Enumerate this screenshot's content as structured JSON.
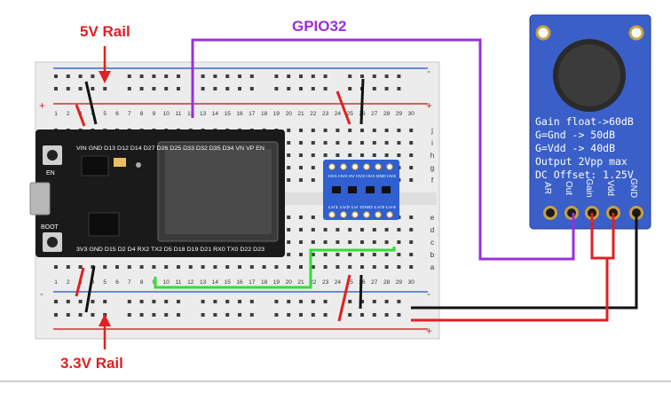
{
  "labels": {
    "rail_5v": "5V Rail",
    "rail_33v": "3.3V Rail",
    "gpio": "GPIO32"
  },
  "breadboard": {
    "rail_sign_plus": "+",
    "rail_sign_minus": "-",
    "column_numbers": [
      "1",
      "2",
      "3",
      "4",
      "5",
      "6",
      "7",
      "8",
      "9",
      "10",
      "11",
      "12",
      "13",
      "14",
      "15",
      "16",
      "17",
      "18",
      "19",
      "20",
      "21",
      "22",
      "23",
      "24",
      "25",
      "26",
      "27",
      "28",
      "29",
      "30"
    ],
    "row_letters_top": [
      "j",
      "i",
      "h",
      "g",
      "f"
    ],
    "row_letters_bottom": [
      "e",
      "d",
      "c",
      "b",
      "a"
    ]
  },
  "esp32": {
    "top_pins": "VIN GND D13 D12 D14 D27 D26 D25 D33 D32 D35 D34 VN VP EN",
    "bottom_pins": "3V3 GND D15 D2 D4 RX2 TX2 D5 D18 D19 D21 RX0 TX0 D22 D23",
    "button_en": "EN",
    "button_boot": "BOOT"
  },
  "level_shifter": {
    "top_labels": "HV1 HV2 HV HV3 HV4 GND HV4",
    "bottom_labels": "LV1 LV2 LV GND LV3 LV4"
  },
  "mic_module": {
    "spec_lines": [
      "Gain float->60dB",
      "G=Gnd -> 50dB",
      "G=Vdd -> 40dB",
      "Output 2Vpp max",
      "DC Offset: 1.25V"
    ],
    "pins": [
      "AR",
      "Out",
      "Gain",
      "Vdd",
      "GND"
    ]
  },
  "colors": {
    "rail_5v": "#e02020",
    "rail_33v": "#e02020",
    "gpio_wire": "#9b30d9",
    "ground_wire": "#111111",
    "power_wire": "#e02020",
    "signal_wire": "#33dd33",
    "mic_board": "#3a5fc8",
    "esp32_board": "#1a1a1a",
    "breadboard": "#ececec"
  }
}
